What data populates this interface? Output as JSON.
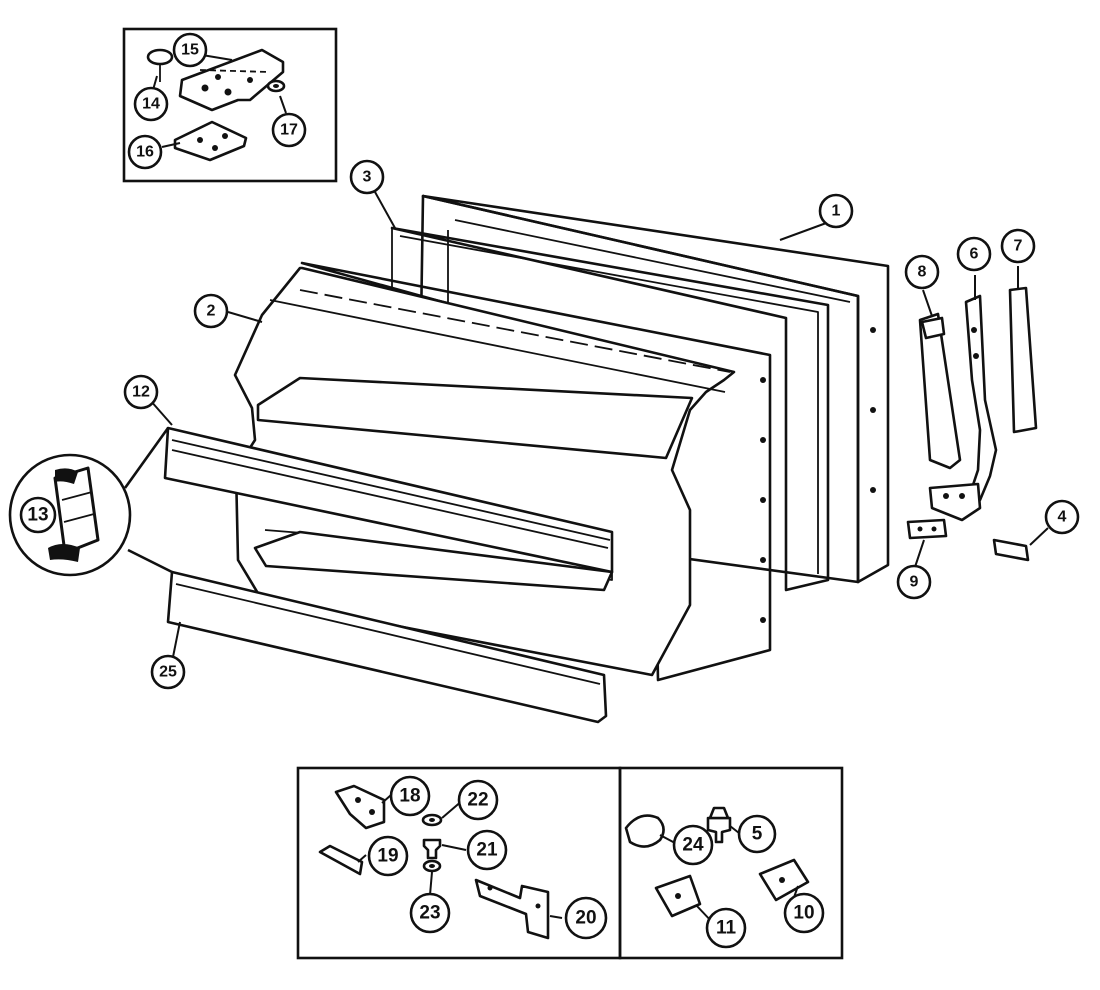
{
  "diagram": {
    "title": "",
    "colors": {
      "ink": "#111111",
      "paper": "#ffffff"
    },
    "callouts": [
      {
        "id": "c1",
        "label": "1"
      },
      {
        "id": "c2",
        "label": "2"
      },
      {
        "id": "c3",
        "label": "3"
      },
      {
        "id": "c4",
        "label": "4"
      },
      {
        "id": "c5",
        "label": "5"
      },
      {
        "id": "c6",
        "label": "6"
      },
      {
        "id": "c7",
        "label": "7"
      },
      {
        "id": "c8",
        "label": "8"
      },
      {
        "id": "c9",
        "label": "9"
      },
      {
        "id": "c10",
        "label": "10"
      },
      {
        "id": "c11",
        "label": "11"
      },
      {
        "id": "c12",
        "label": "12"
      },
      {
        "id": "c13",
        "label": "13"
      },
      {
        "id": "c14",
        "label": "14"
      },
      {
        "id": "c15",
        "label": "15"
      },
      {
        "id": "c16",
        "label": "16"
      },
      {
        "id": "c17",
        "label": "17"
      },
      {
        "id": "c18",
        "label": "18"
      },
      {
        "id": "c19",
        "label": "19"
      },
      {
        "id": "c20",
        "label": "20"
      },
      {
        "id": "c21",
        "label": "21"
      },
      {
        "id": "c22",
        "label": "22"
      },
      {
        "id": "c23",
        "label": "23"
      },
      {
        "id": "c24",
        "label": "24"
      },
      {
        "id": "c25",
        "label": "25"
      }
    ]
  }
}
